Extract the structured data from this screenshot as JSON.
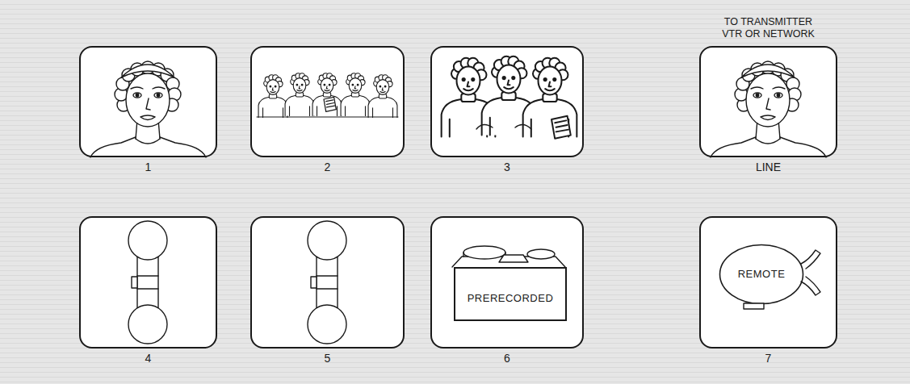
{
  "diagram": {
    "nodes": [
      {
        "text": [
          "1"
        ]
      },
      {
        "text": [
          "2"
        ]
      },
      {
        "text": [
          "3"
        ]
      },
      {
        "text": [
          "TO TRANSMITTER VTR OR NETWORK",
          "LINE"
        ]
      },
      {
        "text": [
          "4"
        ]
      },
      {
        "text": [
          "5"
        ]
      },
      {
        "text": [
          "6"
        ]
      },
      {
        "text": [
          "PRERECORDED"
        ],
        "in": 6
      },
      {
        "text": [
          "7"
        ]
      },
      {
        "text": [
          "REMOTE"
        ],
        "in": 8
      }
    ]
  }
}
